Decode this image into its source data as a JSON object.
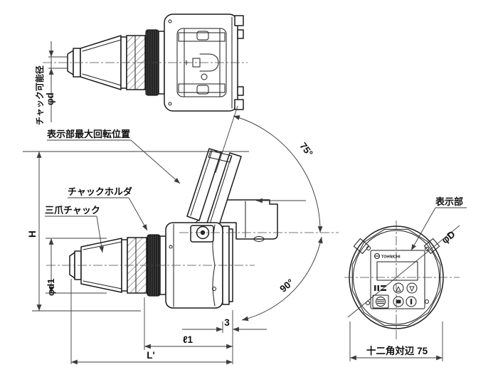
{
  "drawing": {
    "colors": {
      "background": "#ffffff",
      "outline": "#1b1b1b",
      "dimension_line": "#3c3c3c",
      "knurl_fill": "#1e1e1e"
    },
    "labels": {
      "chuck_capacity": "チャック可能径",
      "chuck_capacity_dia": "φd",
      "display_max_rotation": "表示部最大回転位置",
      "chuck_holder": "チャックホルダ",
      "three_jaw_chuck": "三爪チャック",
      "height": "H",
      "chuck_dia": "φd1",
      "angle_upper": "75°",
      "angle_lower": "90°",
      "cap_thickness": "3",
      "length_l1": "ℓ1",
      "length_total": "L'",
      "display_part": "表示部",
      "body_dia": "φD",
      "twelve_point_flats": "十二角対辺 75"
    },
    "panel": {
      "logo_text": "TOHNICHI",
      "up_icon": "△",
      "down_icon": "▽"
    }
  }
}
